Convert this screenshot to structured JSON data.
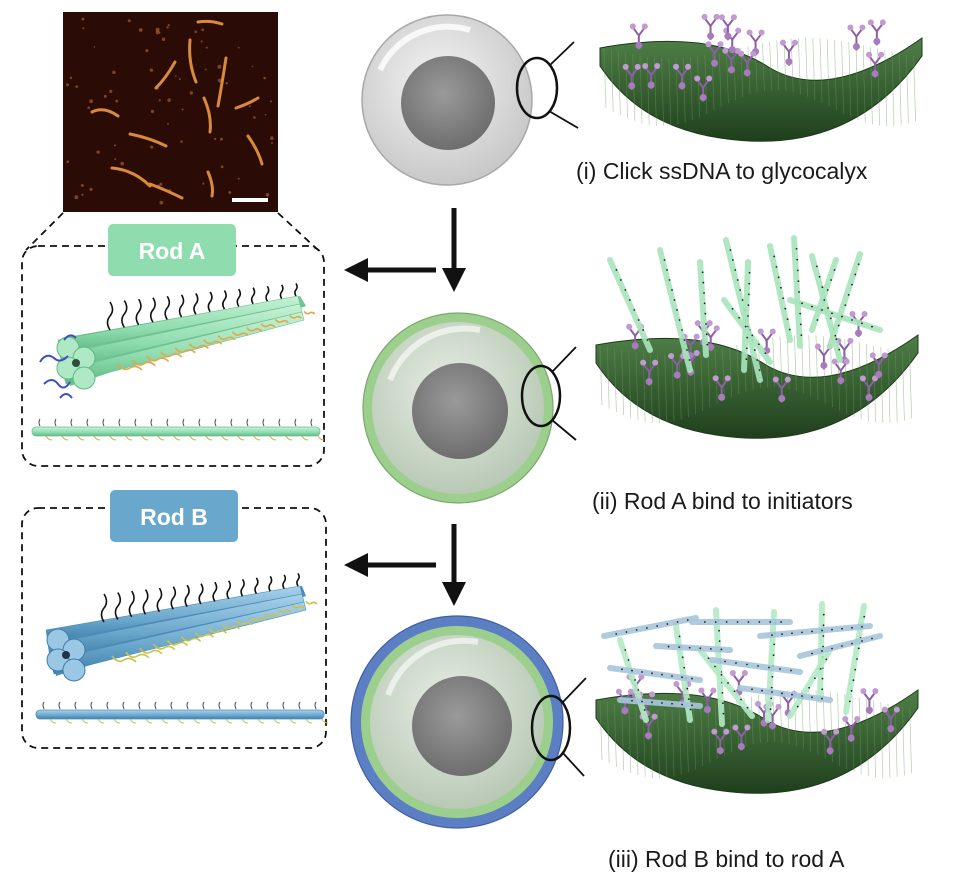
{
  "labels": {
    "rod_a": "Rod A",
    "rod_b": "Rod B"
  },
  "captions": {
    "step1": "(i) Click ssDNA to glycocalyx",
    "step2": "(ii) Rod A bind to initiators",
    "step3": "(iii) Rod B bind to rod A"
  },
  "colors": {
    "rod_a": "#8fdcae",
    "rod_b": "#6aa7cc",
    "membrane": "#2f5a2c",
    "glycan": "#a87bbd",
    "micrograph_bg": "#2a0b05"
  }
}
